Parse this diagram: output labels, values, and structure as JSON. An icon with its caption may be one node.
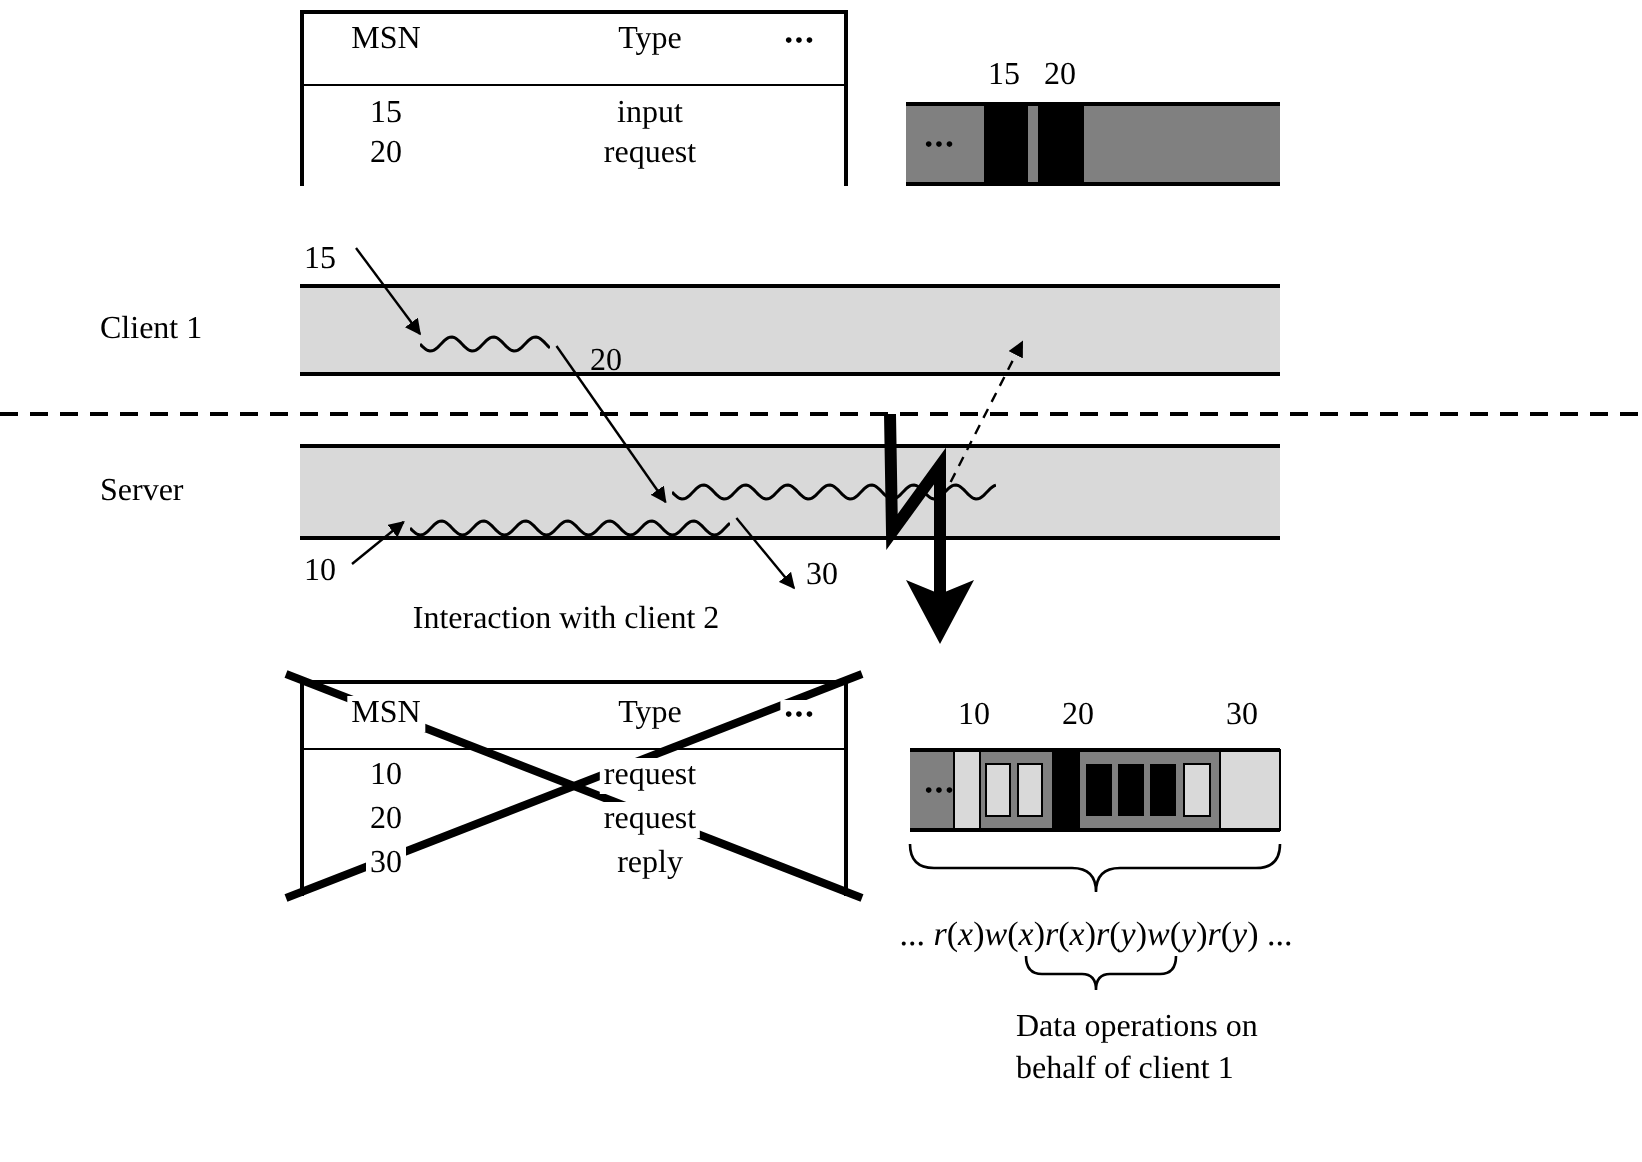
{
  "diagram": {
    "nodes": [
      {
        "text": [
          "Client 1"
        ]
      },
      {
        "text": [
          "Server"
        ]
      },
      {
        "text": [],
        "shape": "wave",
        "in": 0
      },
      {
        "text": [],
        "shape": "wave",
        "in": 1
      },
      {
        "text": [],
        "shape": "wave",
        "in": 1
      }
    ],
    "edges": [
      {
        "from": null,
        "to": 2,
        "arrow": "to",
        "label": "15"
      },
      {
        "from": 2,
        "to": 3,
        "arrow": "to",
        "label": "20"
      },
      {
        "from": null,
        "to": 4,
        "arrow": "to",
        "label": "10"
      },
      {
        "from": 4,
        "to": null,
        "arrow": "to",
        "label": "30"
      },
      {
        "from": 3,
        "to": 0,
        "arrow": "to",
        "style": "dashed"
      }
    ],
    "labels": [
      "MSN",
      "Type",
      "•••",
      "15",
      "input",
      "20",
      "request",
      "15",
      "20",
      "•••",
      "Interaction with client 2",
      "MSN",
      "Type",
      "•••",
      "10",
      "request",
      "20",
      "request",
      "30",
      "reply",
      "10",
      "20",
      "30",
      "•••",
      "... *r*(*x*)*w*(*x*)*r*(*x*)*r*(*y*)*w*(*y*)*r*(*y*) ...",
      "Data operations on behalf of client 1"
    ]
  }
}
